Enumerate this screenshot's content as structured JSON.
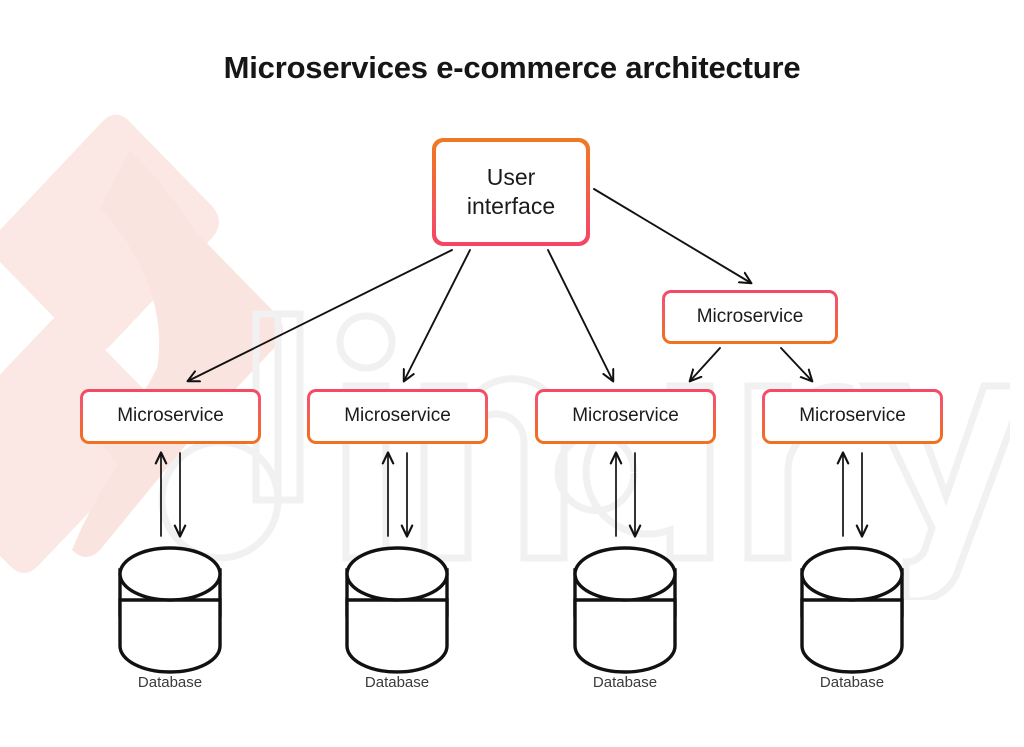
{
  "page": {
    "title": "Microservices e-commerce architecture",
    "background_color": "#ffffff",
    "title_color": "#161616"
  },
  "theme": {
    "gradient_start": "#f54463",
    "gradient_end": "#ef7320",
    "stroke_color": "#111111",
    "watermark_pink": "#fbe9e5",
    "watermark_gray": "#f0f0f0"
  },
  "watermark": {
    "wordmark_text": "dinarys",
    "logo_name": "dinarys-chevron-mark"
  },
  "nodes": {
    "user_interface": {
      "label": "User\ninterface",
      "line1": "User",
      "line2": "interface"
    },
    "microservice_hub": {
      "label": "Microservice"
    },
    "microservices": [
      {
        "label": "Microservice"
      },
      {
        "label": "Microservice"
      },
      {
        "label": "Microservice"
      },
      {
        "label": "Microservice"
      }
    ]
  },
  "databases": [
    {
      "label": "Database"
    },
    {
      "label": "Database"
    },
    {
      "label": "Database"
    },
    {
      "label": "Database"
    }
  ],
  "connections": [
    {
      "from": "user_interface",
      "to": "microservice_1",
      "type": "arrow"
    },
    {
      "from": "user_interface",
      "to": "microservice_2",
      "type": "arrow"
    },
    {
      "from": "user_interface",
      "to": "microservice_3",
      "type": "arrow"
    },
    {
      "from": "user_interface",
      "to": "microservice_hub",
      "type": "arrow"
    },
    {
      "from": "microservice_hub",
      "to": "microservice_3",
      "type": "arrow"
    },
    {
      "from": "microservice_hub",
      "to": "microservice_4",
      "type": "arrow"
    },
    {
      "from": "microservice_1",
      "to": "database_1",
      "type": "bidirectional"
    },
    {
      "from": "microservice_2",
      "to": "database_2",
      "type": "bidirectional"
    },
    {
      "from": "microservice_3",
      "to": "database_3",
      "type": "bidirectional"
    },
    {
      "from": "microservice_4",
      "to": "database_4",
      "type": "bidirectional"
    }
  ]
}
